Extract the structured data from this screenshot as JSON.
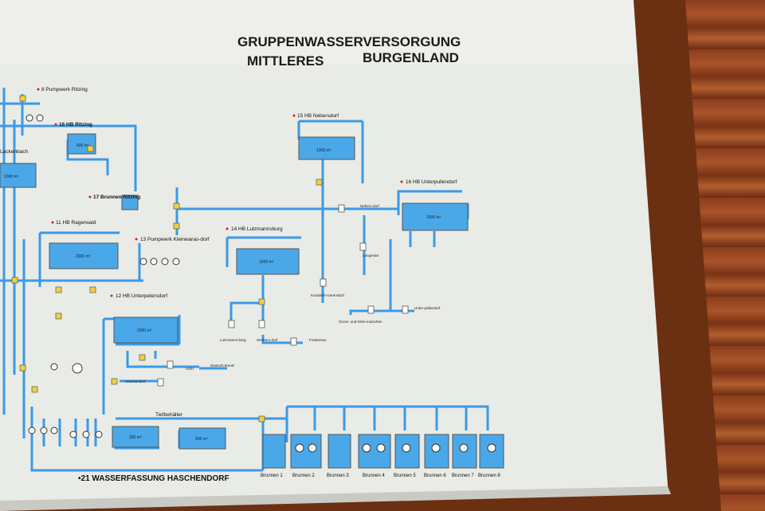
{
  "board": {
    "title_line1": "GRUPPENWASSERVERSORGUNG",
    "title_line2_left": "MITTLERES",
    "title_line2_right": "BURGENLAND"
  },
  "stations": {
    "pumpwerk_ritzing": "8 Pumpwerk Ritzing",
    "hb_ritzing": "16 HB Ritzing",
    "lackenbach": "Lackenbach",
    "brunnen_ritzing": "17 Brunnen Ritzing",
    "hb_ragerwald": "11 HB Ragerwald",
    "pumpwerk_kleinwarasdorf": "13 Pumpwerk Kleinwaras-dorf",
    "hb_unterpetersdorf": "12 HB Unterpetersdorf",
    "hb_nebersdorf": "15 HB Nebersdorf",
    "hb_lutzmannsburg": "14 HB Lutzmannsburg",
    "hb_unterpullendorf": "16 HB Unterpullendorf",
    "tiefbehaelter": "Tiefbehälter",
    "wasserfassung": "•21 WASSERFASSUNG HASCHENDORF"
  },
  "places": {
    "frankenau": "Frankenau",
    "strebersdorf": "Strebers-dorf",
    "lutzmannsburg": "Lutzmanns-burg",
    "langental": "Langental",
    "kroatisch_gerersdorf": "Kroatisch-Gerersdorf",
    "gross_und_kleinmutschen": "Gross- und Klein-mutschen",
    "unterpullendorf": "Unter-pullendorf",
    "nebersdorf": "Nebers-dorf",
    "haschendorf": "Haschendorf",
    "deutschkreutz": "Deutsch-kreutz",
    "girm": "Girm"
  },
  "tanks": {
    "nebersdorf": "1000 m³",
    "lutzmannsburg": "1500 m³",
    "unterpullendorf": "1500 m³",
    "ragerwald": "2000 m³",
    "unterpetersdorf": "1500 m³",
    "ritzing": "400 m³",
    "lackenbach": "1000 m³",
    "tief1": "300 m³",
    "tief2": "500 m³"
  },
  "wells": [
    "Brunnen 1",
    "Brunnen 2",
    "Brunnen 3",
    "Brunnen 4",
    "Brunnen 5",
    "Brunnen 6",
    "Brunnen 7",
    "Brunnen 8"
  ],
  "colors": {
    "pipe": "#3a9ae8",
    "water": "#4aa8e8",
    "board": "#e9ebe6",
    "frame": "#7b3a18"
  }
}
